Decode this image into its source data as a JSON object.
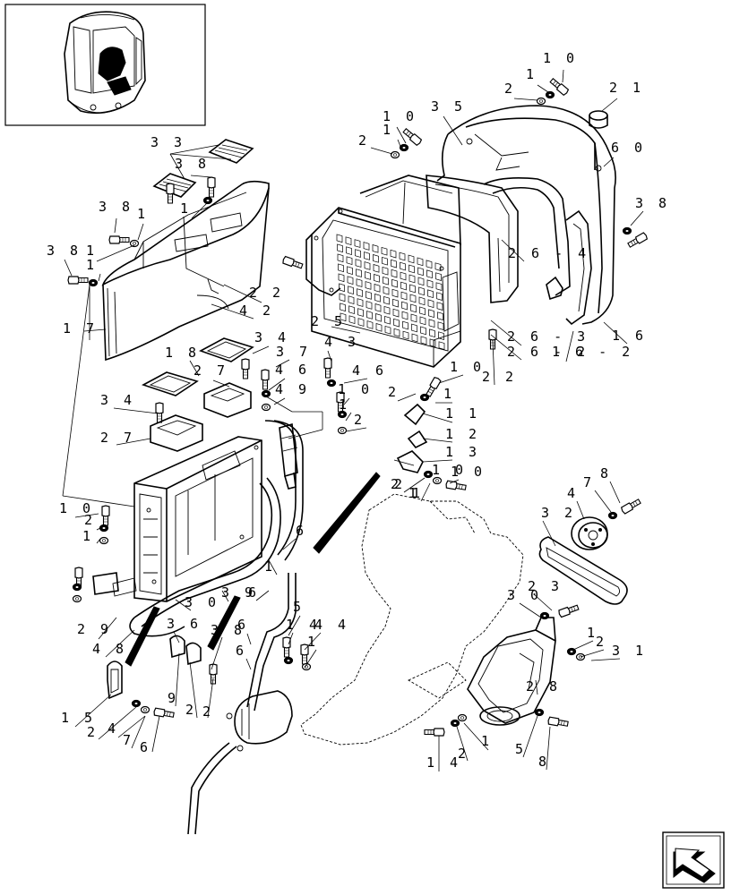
{
  "diagram": {
    "callouts": [
      {
        "id": "c1",
        "text": "10"
      },
      {
        "id": "c2",
        "text": "1"
      },
      {
        "id": "c3",
        "text": "2"
      },
      {
        "id": "c4",
        "text": "21"
      },
      {
        "id": "c5",
        "text": "35"
      },
      {
        "id": "c6",
        "text": "10"
      },
      {
        "id": "c7",
        "text": "1"
      },
      {
        "id": "c8",
        "text": "2"
      },
      {
        "id": "c9",
        "text": "60"
      },
      {
        "id": "c10",
        "text": "33"
      },
      {
        "id": "c11",
        "text": "38"
      },
      {
        "id": "c12",
        "text": "38"
      },
      {
        "id": "c13",
        "text": "1"
      },
      {
        "id": "c14",
        "text": "1"
      },
      {
        "id": "c15",
        "text": "38"
      },
      {
        "id": "c16",
        "text": "1"
      },
      {
        "id": "c17",
        "text": "1"
      },
      {
        "id": "c18",
        "text": "38"
      },
      {
        "id": "c19",
        "text": "26-4"
      },
      {
        "id": "c20",
        "text": "22"
      },
      {
        "id": "c21",
        "text": "42"
      },
      {
        "id": "c22",
        "text": "17"
      },
      {
        "id": "c23",
        "text": "25"
      },
      {
        "id": "c24",
        "text": "26-3"
      },
      {
        "id": "c25",
        "text": "16"
      },
      {
        "id": "c26",
        "text": "26-2"
      },
      {
        "id": "c27",
        "text": "16-2"
      },
      {
        "id": "c28",
        "text": "22"
      },
      {
        "id": "c29",
        "text": "18"
      },
      {
        "id": "c30",
        "text": "34"
      },
      {
        "id": "c31",
        "text": "27"
      },
      {
        "id": "c32",
        "text": "37"
      },
      {
        "id": "c33",
        "text": "43"
      },
      {
        "id": "c34",
        "text": "46"
      },
      {
        "id": "c35",
        "text": "46"
      },
      {
        "id": "c36",
        "text": "49"
      },
      {
        "id": "c37",
        "text": "10"
      },
      {
        "id": "c38",
        "text": "10"
      },
      {
        "id": "c39",
        "text": "1"
      },
      {
        "id": "c40",
        "text": "2"
      },
      {
        "id": "c41",
        "text": "1"
      },
      {
        "id": "c42",
        "text": "2"
      },
      {
        "id": "c43",
        "text": "11"
      },
      {
        "id": "c44",
        "text": "12"
      },
      {
        "id": "c45",
        "text": "13"
      },
      {
        "id": "c46",
        "text": "34"
      },
      {
        "id": "c47",
        "text": "27"
      },
      {
        "id": "c48",
        "text": "10"
      },
      {
        "id": "c49",
        "text": "2"
      },
      {
        "id": "c50",
        "text": "1"
      },
      {
        "id": "c51",
        "text": "10"
      },
      {
        "id": "c52",
        "text": "2"
      },
      {
        "id": "c53",
        "text": "1"
      },
      {
        "id": "c54",
        "text": "6"
      },
      {
        "id": "c55",
        "text": "6"
      },
      {
        "id": "c56",
        "text": "1"
      },
      {
        "id": "c57",
        "text": "29"
      },
      {
        "id": "c58",
        "text": "48"
      },
      {
        "id": "c59",
        "text": "30"
      },
      {
        "id": "c60",
        "text": "36"
      },
      {
        "id": "c61",
        "text": "39"
      },
      {
        "id": "c62",
        "text": "38"
      },
      {
        "id": "c63",
        "text": "6"
      },
      {
        "id": "c64",
        "text": "6"
      },
      {
        "id": "c65",
        "text": "5"
      },
      {
        "id": "c66",
        "text": "14"
      },
      {
        "id": "c67",
        "text": "44"
      },
      {
        "id": "c68",
        "text": "1"
      },
      {
        "id": "c69",
        "text": "9"
      },
      {
        "id": "c70",
        "text": "2"
      },
      {
        "id": "c71",
        "text": "2"
      },
      {
        "id": "c72",
        "text": "15"
      },
      {
        "id": "c73",
        "text": "2"
      },
      {
        "id": "c74",
        "text": "4"
      },
      {
        "id": "c75",
        "text": "7"
      },
      {
        "id": "c76",
        "text": "6"
      },
      {
        "id": "c77",
        "text": "10"
      },
      {
        "id": "c78",
        "text": "2"
      },
      {
        "id": "c79",
        "text": "1"
      },
      {
        "id": "c80",
        "text": "32"
      },
      {
        "id": "c81",
        "text": "4"
      },
      {
        "id": "c82",
        "text": "7"
      },
      {
        "id": "c83",
        "text": "8"
      },
      {
        "id": "c84",
        "text": "30"
      },
      {
        "id": "c85",
        "text": "23"
      },
      {
        "id": "c86",
        "text": "1"
      },
      {
        "id": "c87",
        "text": "2"
      },
      {
        "id": "c88",
        "text": "31"
      },
      {
        "id": "c89",
        "text": "28"
      },
      {
        "id": "c90",
        "text": "14"
      },
      {
        "id": "c91",
        "text": "2"
      },
      {
        "id": "c92",
        "text": "1"
      },
      {
        "id": "c93",
        "text": "5"
      },
      {
        "id": "c94",
        "text": "8"
      }
    ],
    "icons": {
      "locator": "cab-locator-thumbnail",
      "nav": "back-arrow-icon"
    }
  }
}
